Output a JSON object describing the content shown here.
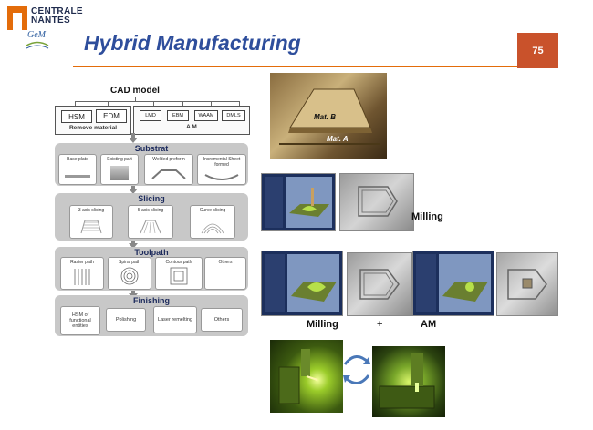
{
  "header": {
    "logo_line1": "CENTRALE",
    "logo_line2": "NANTES",
    "lab_logo": "GeM",
    "title": "Hybrid Manufacturing",
    "page_number": "75"
  },
  "diagram": {
    "cad_title": "CAD model",
    "remove_group": {
      "buttons": [
        "HSM",
        "EDM"
      ],
      "caption": "Remove material"
    },
    "am_group": {
      "buttons": [
        "LMD",
        "EBM",
        "WAAM",
        "DMLS"
      ],
      "caption": "A M"
    },
    "substrat": {
      "title": "Substrat",
      "cards": [
        "Base plate",
        "Existing part",
        "Welded preform",
        "Incremental Sheet formed"
      ]
    },
    "slicing": {
      "title": "Slicing",
      "cards": [
        "3 axis slicing",
        "5 axis slicing",
        "Curve slicing"
      ]
    },
    "toolpath": {
      "title": "Toolpath",
      "cards": [
        "Raster path",
        "Spiral path",
        "Contour path",
        "Others"
      ]
    },
    "finishing": {
      "title": "Finishing",
      "cards": [
        "HSM of functional entities",
        "Polishing",
        "Laser remelting",
        "Others"
      ]
    }
  },
  "photos": {
    "mat_b": "Mat. B",
    "mat_a": "Mat. A",
    "milling_caption": "Milling",
    "bottom_milling": "Milling",
    "plus": "+",
    "am": "AM"
  },
  "colors": {
    "accent": "#e36c0a",
    "title": "#2e4e9c",
    "page_box": "#c9522b"
  }
}
